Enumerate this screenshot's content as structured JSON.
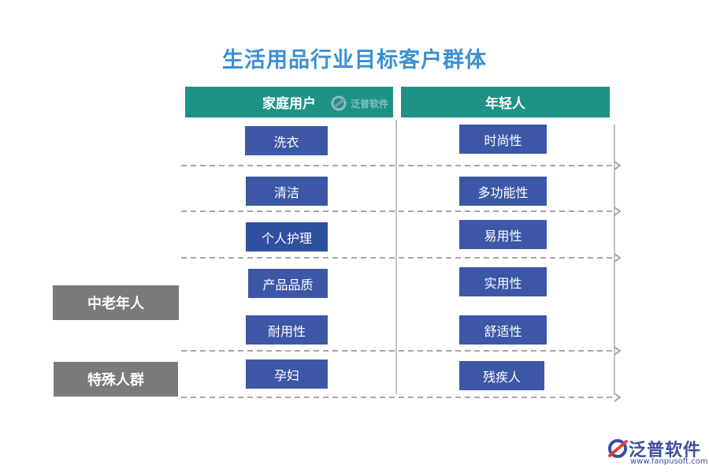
{
  "title": "生活用品行业目标客户群体",
  "columns": [
    {
      "header": "家庭用户",
      "items": [
        "洗衣",
        "清洁",
        "个人护理",
        "产品品质",
        "耐用性",
        "孕妇"
      ]
    },
    {
      "header": "年轻人",
      "items": [
        "时尚性",
        "多功能性",
        "易用性",
        "实用性",
        "舒适性",
        "残疾人"
      ]
    }
  ],
  "side_labels": [
    "中老年人",
    "特殊人群"
  ],
  "watermark": "泛普软件",
  "logo": {
    "name": "泛普软件",
    "url": "www.fanpusoft.com"
  },
  "colors": {
    "title": "#3b8fd4",
    "header_bg": "#1f9286",
    "cell_bg": "#3c57a6",
    "side_bg": "#7a7a7a",
    "dash": "#a8a8a8"
  }
}
